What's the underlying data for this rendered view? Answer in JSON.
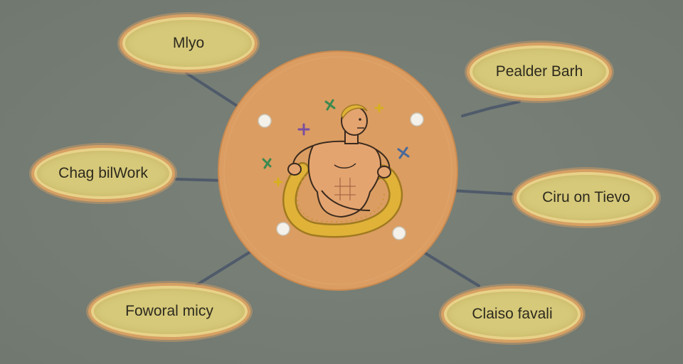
{
  "diagram": {
    "nodes": [
      {
        "id": "top-left",
        "label": "Mlyo"
      },
      {
        "id": "top-right",
        "label": "Pealder Barh"
      },
      {
        "id": "mid-left",
        "label": "Chag bilWork"
      },
      {
        "id": "mid-right",
        "label": "Ciru on Tievo"
      },
      {
        "id": "bottom-left",
        "label": "Foworal micy"
      },
      {
        "id": "bottom-right",
        "label": "Claiso favali"
      }
    ],
    "center": {
      "icon": "figure-with-serpent-icon"
    },
    "colors": {
      "background": "#747c74",
      "hub_fill": "#db9d62",
      "node_fill": "#d6c97a",
      "node_ring": "#d7a063",
      "connector": "#4f5a6a"
    }
  }
}
